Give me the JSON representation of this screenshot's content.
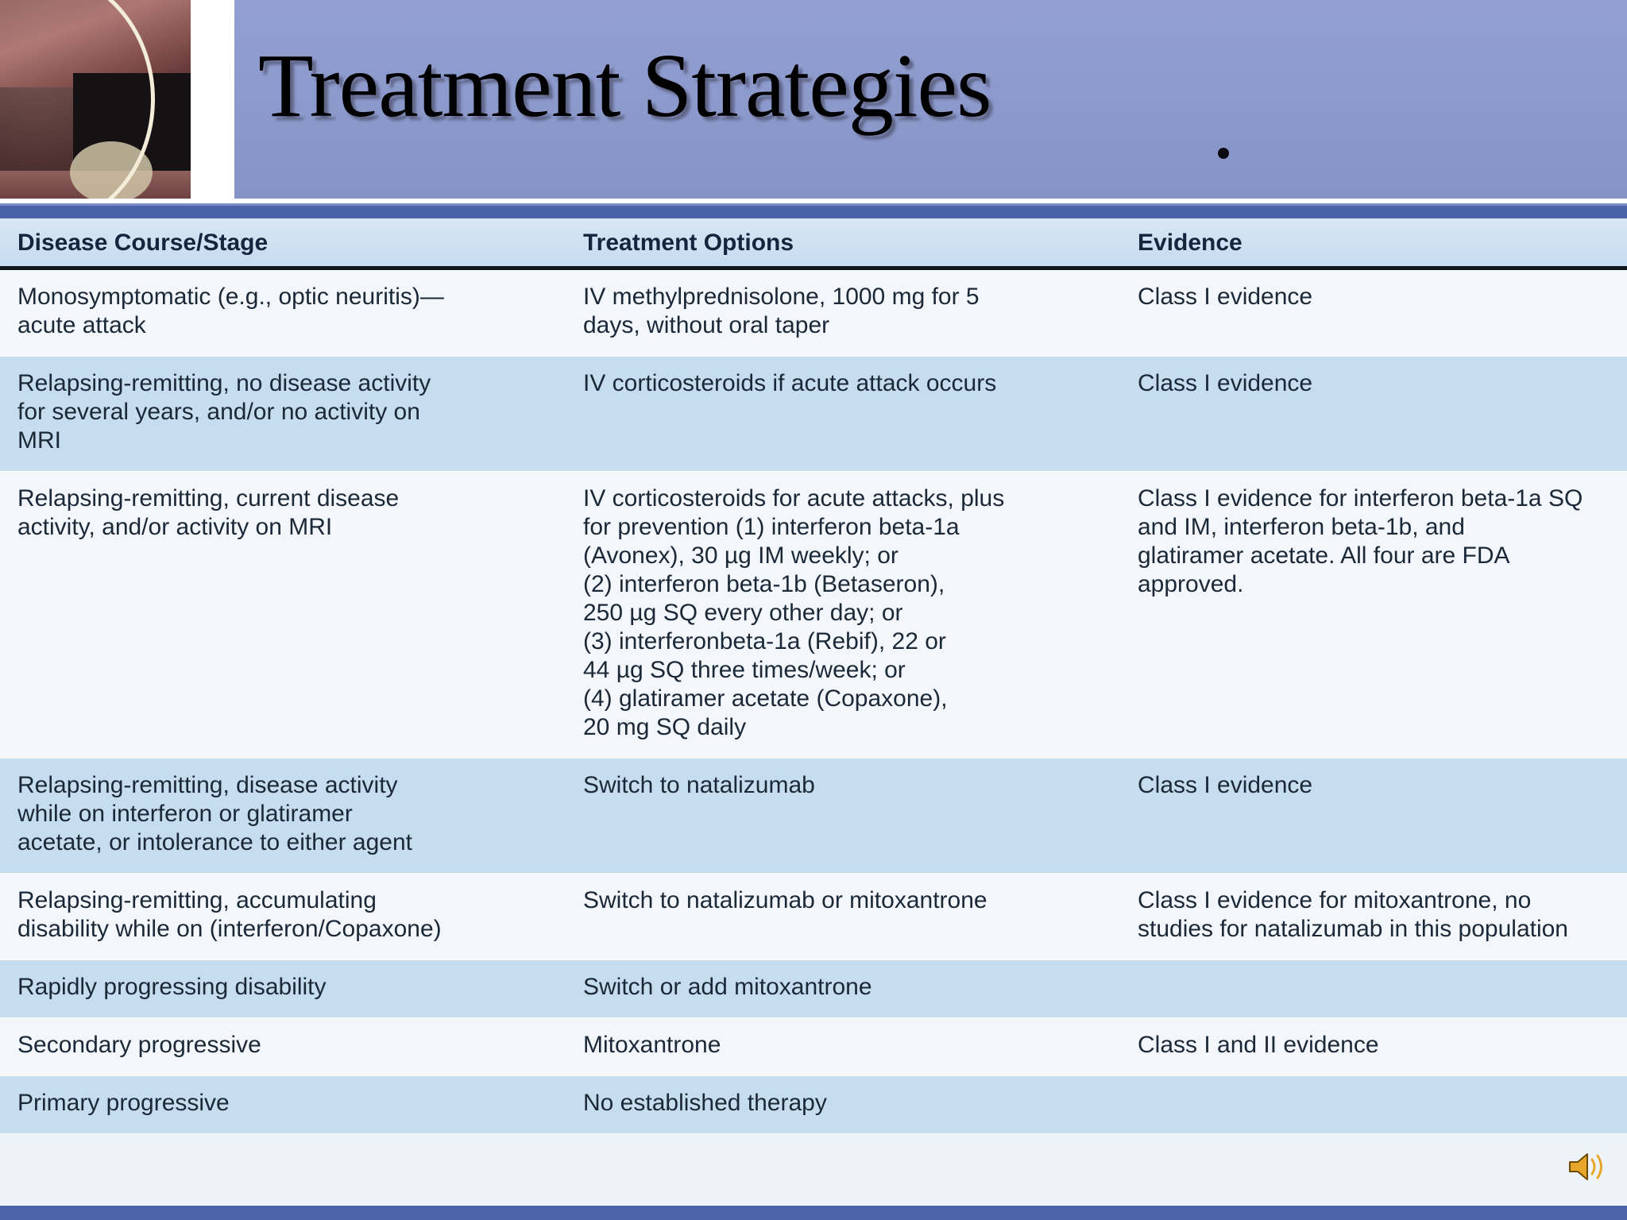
{
  "slide": {
    "title": "Treatment Strategies",
    "accent_band_color": "#8c9ace",
    "rule_color": "#4a63a8",
    "row_alt_color": "#c6dcef",
    "row_base_color": "#f3f7fb"
  },
  "table": {
    "columns": [
      "Disease Course/Stage",
      "Treatment Options",
      "Evidence"
    ],
    "rows": [
      {
        "stage": [
          "Monosymptomatic (e.g., optic neuritis)—",
          "acute attack"
        ],
        "treatment": [
          "IV methylprednisolone, 1000 mg for 5",
          "days, without oral taper"
        ],
        "evidence": [
          "Class I evidence"
        ]
      },
      {
        "stage": [
          "Relapsing-remitting, no disease activity",
          "for several years, and/or no activity on",
          "MRI"
        ],
        "treatment": [
          "IV corticosteroids if acute attack occurs"
        ],
        "evidence": [
          "Class I evidence"
        ]
      },
      {
        "stage": [
          "Relapsing-remitting, current disease",
          "activity, and/or activity on MRI"
        ],
        "treatment": [
          "IV corticosteroids for acute attacks, plus",
          "for prevention (1) interferon beta-1a",
          "(Avonex), 30 µg IM weekly; or",
          "(2) interferon beta-1b (Betaseron),",
          "250 µg SQ every other day; or",
          "(3) interferonbeta-1a (Rebif), 22 or",
          "44 µg SQ three times/week; or",
          "(4) glatiramer acetate (Copaxone),",
          "20 mg SQ daily"
        ],
        "evidence": [
          "Class I evidence for interferon beta-1a SQ",
          "and IM, interferon beta-1b, and",
          "glatiramer acetate. All four are FDA",
          "approved."
        ]
      },
      {
        "stage": [
          "Relapsing-remitting, disease activity",
          "while on interferon or glatiramer",
          "acetate, or intolerance to either agent"
        ],
        "treatment": [
          "Switch to natalizumab"
        ],
        "evidence": [
          "Class I evidence"
        ]
      },
      {
        "stage": [
          "Relapsing-remitting, accumulating",
          "disability while on (interferon/Copaxone)"
        ],
        "treatment": [
          "Switch to natalizumab or mitoxantrone"
        ],
        "evidence": [
          "Class I evidence for mitoxantrone, no",
          "studies for natalizumab in this population"
        ]
      },
      {
        "stage": [
          "Rapidly progressing disability"
        ],
        "treatment": [
          "Switch or add mitoxantrone"
        ],
        "evidence": [
          ""
        ]
      },
      {
        "stage": [
          "Secondary progressive"
        ],
        "treatment": [
          "Mitoxantrone"
        ],
        "evidence": [
          "Class I and II evidence"
        ]
      },
      {
        "stage": [
          "Primary progressive"
        ],
        "treatment": [
          "No established therapy"
        ],
        "evidence": [
          ""
        ]
      }
    ]
  },
  "icons": {
    "speaker": "speaker-icon"
  }
}
